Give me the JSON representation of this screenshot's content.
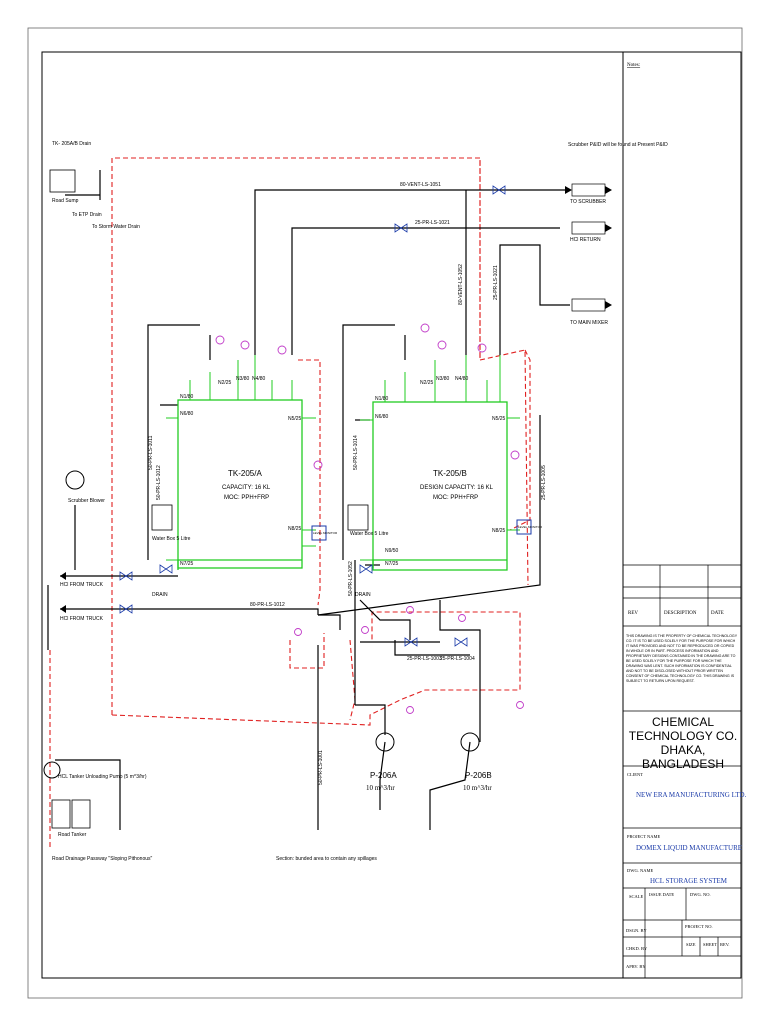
{
  "notes_label": "Notes:",
  "company": {
    "line1": "CHEMICAL TECHNOLOGY CO.",
    "line2": "DHAKA, BANGLADESH"
  },
  "revision_header": {
    "rev": "REV",
    "description": "DESCRIPTION",
    "date": "DATE"
  },
  "disclaimer": "THIS DRAWING IS THE PROPERTY OF CHEMICAL TECHNOLOGY CO. IT IS TO BE USED SOLELY FOR THE PURPOSE FOR WHICH IT WAS PROVIDED AND NOT TO BE REPRODUCED OR COPIED IN WHOLE OR IN PART. PROCESS INFORMATION AND PROPRIETARY DESIGNS CONTAINED IN THE DRAWING ARE TO BE USED SOLELY FOR THE PURPOSE FOR WHICH THE DRAWING WAS LENT. SUCH INFORMATION IS CONFIDENTIAL AND NOT TO BE DISCLOSED WITHOUT PRIOR WRITTEN CONSENT OF CHEMICAL TECHNOLOGY CO. THIS DRAWING IS SUBJECT TO RETURN UPON REQUEST.",
  "client_label": "CLIENT",
  "client": "NEW ERA MANUFACTURING LTD.",
  "project_name_label": "PROJECT NAME",
  "project_name": "DOMEX LIQUID MANUFACTURE",
  "dwg_name_label": "DWG. NAME",
  "dwg_name": "HCL STORAGE SYSTEM",
  "title_fields": {
    "scale": "SCALE",
    "issue_date": "ISSUE DATE",
    "dwg_no": "DWG. NO.",
    "dsgn_by": "DSGN. BY",
    "project_no": "PROJECT NO.",
    "chkd_by": "CHKD. BY",
    "size": "SIZE",
    "sheet": "SHEET",
    "rev": "REV.",
    "aprv_by": "APRV. BY"
  },
  "tanks": [
    {
      "tag": "TK-205/A",
      "line2": "CAPACITY: 16 KL",
      "line3": "MOC: PPH+FRP"
    },
    {
      "tag": "TK-205/B",
      "line2": "DESIGN CAPACITY: 16 KL",
      "line3": "MOC: PPH+FRP"
    }
  ],
  "pumps": [
    {
      "tag": "P-206A",
      "flow": "10 m^3/hr"
    },
    {
      "tag": "P-206B",
      "flow": "10 m^3/hr"
    }
  ],
  "destinations": {
    "scrubber": "TO SCRUBBER",
    "hcl_return": "HCl RETURN",
    "main_mixer": "TO MAIN MIXER",
    "hcl_truck_1": "HCl FROM TRUCK",
    "hcl_truck_2": "HCl FROM TRUCK"
  },
  "line_labels": {
    "vent": "80-VENT-LS-1051",
    "return": "25-PR-LS-1021",
    "vent_b": "80-VENT-LS-1052",
    "return_b": "25-PR-LS-1021",
    "fill_a": "50-PR-LS-1011",
    "fill_a2": "50-PR-LS-1012",
    "fill_b": "50-PR-LS-1014",
    "main": "80-PR-LS-1012",
    "suction": "50-PR-LS-1052",
    "disc_a": "25-PR-LS-1003",
    "disc_b": "25-PR-LS-1004",
    "pump_out": "50-PR-LS-1001",
    "mixer": "25-PR-LS-1005"
  },
  "nozzles": [
    "N1/80",
    "N2/25",
    "N3/80",
    "N4/80",
    "N5/25",
    "N6/80",
    "N7/25",
    "N8/25",
    "N9/50"
  ],
  "misc": {
    "tk_drain_note": "TK- 205A/B Drain",
    "road_sump": "Road Sump",
    "to_etp": "To ETP Drain",
    "to_storm": "To Storm Water Drain",
    "scrubber_note": "Scrubber P&ID will be found at Present P&ID",
    "scrubber_blower": "Scrubber Blower",
    "water_box": "Water Box 5 Litre",
    "drain": "DRAIN",
    "level_a": "LEVEL MONITOR",
    "unloading_pump": "HCL Tanker Unloading Pump (5 m^3/hr)",
    "road_tanker": "Road Tanker",
    "road_drainage": "Road Drainage Passway \"Sloping Pithonous\"",
    "bunded": "Section: bunded area to contain any spillages"
  }
}
